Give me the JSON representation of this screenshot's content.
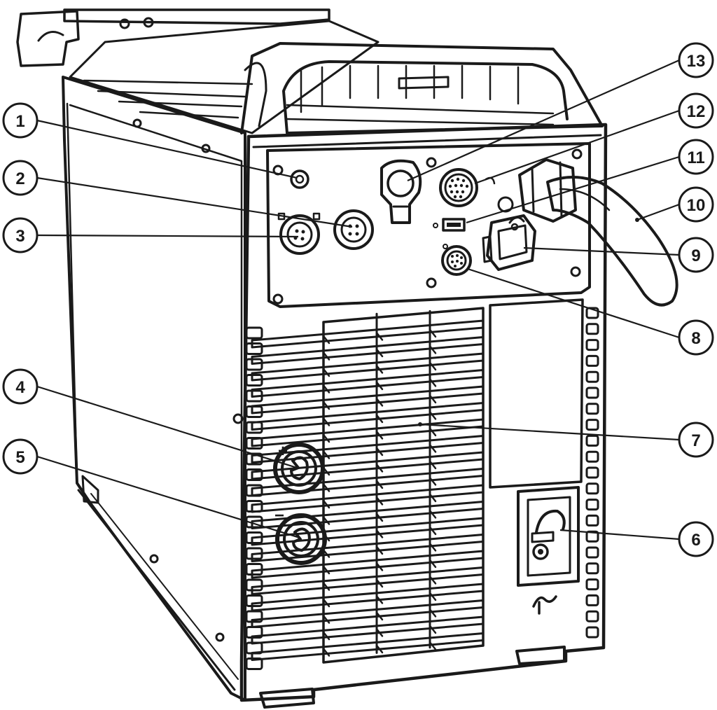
{
  "callouts": [
    {
      "number": "1"
    },
    {
      "number": "2"
    },
    {
      "number": "3"
    },
    {
      "number": "4"
    },
    {
      "number": "5"
    },
    {
      "number": "6"
    },
    {
      "number": "7"
    },
    {
      "number": "8"
    },
    {
      "number": "9"
    },
    {
      "number": "10"
    },
    {
      "number": "11"
    },
    {
      "number": "12"
    },
    {
      "number": "13"
    }
  ],
  "markings": {
    "positive": "+",
    "negative": "−"
  },
  "colors": {
    "line": "#1a1a1a",
    "background": "#ffffff",
    "shade": "#bdbdbd"
  }
}
